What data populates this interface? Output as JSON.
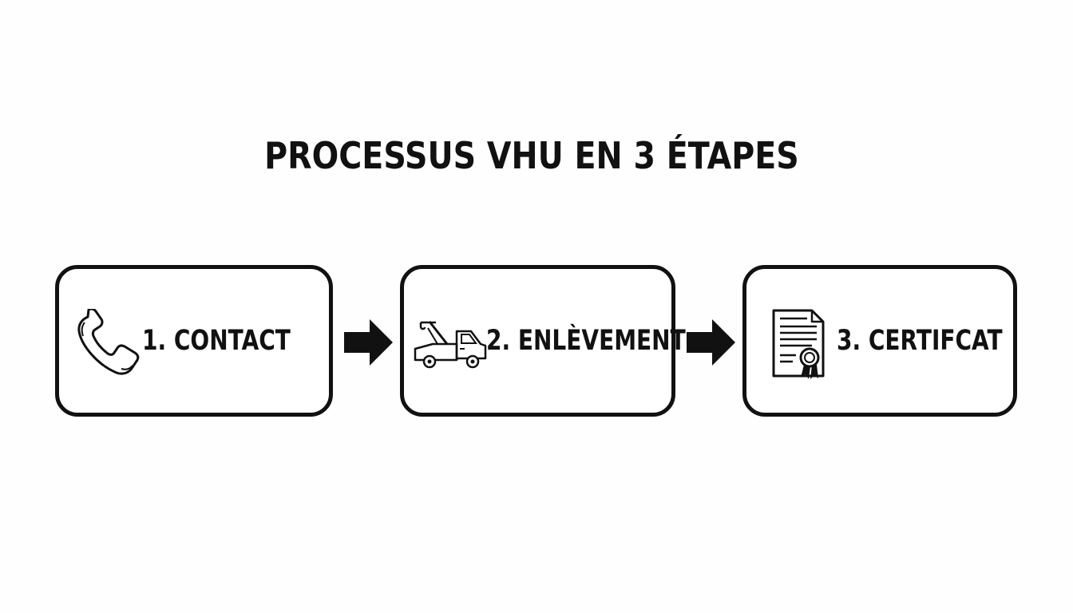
{
  "diagram": {
    "title": "PROCESSUS VHU EN 3 ÉTAPES",
    "steps": [
      {
        "label": "1. CONTACT",
        "icon": "phone-icon"
      },
      {
        "label": "2. ENLÈVEMENT",
        "icon": "tow-truck-icon"
      },
      {
        "label": "3. CERTIFCAT",
        "icon": "certificate-icon"
      }
    ],
    "connectors": [
      "arrow-right-icon",
      "arrow-right-icon"
    ]
  },
  "colors": {
    "background": "#fefefe",
    "stroke": "#111111",
    "box_fill": "#ffffff"
  }
}
